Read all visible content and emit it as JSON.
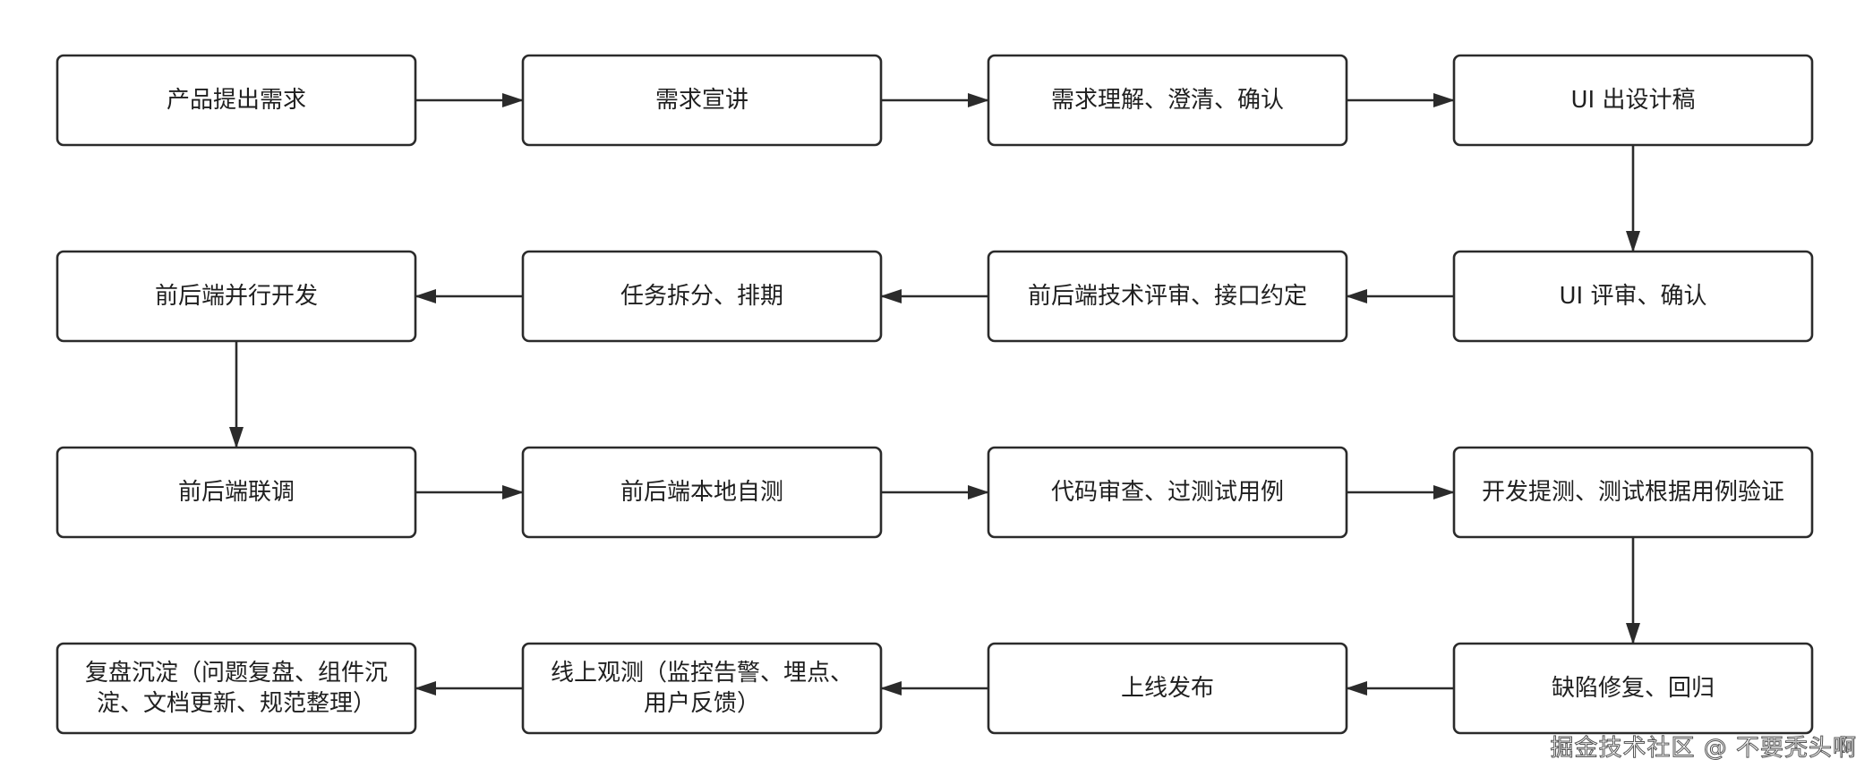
{
  "steps": [
    {
      "id": "s1",
      "lines": [
        "产品提出需求"
      ]
    },
    {
      "id": "s2",
      "lines": [
        "需求宣讲"
      ]
    },
    {
      "id": "s3",
      "lines": [
        "需求理解、澄清、确认"
      ]
    },
    {
      "id": "s4",
      "lines": [
        "UI 出设计稿"
      ]
    },
    {
      "id": "s5",
      "lines": [
        "UI 评审、确认"
      ]
    },
    {
      "id": "s6",
      "lines": [
        "前后端技术评审、接口约定"
      ]
    },
    {
      "id": "s7",
      "lines": [
        "任务拆分、排期"
      ]
    },
    {
      "id": "s8",
      "lines": [
        "前后端并行开发"
      ]
    },
    {
      "id": "s9",
      "lines": [
        "前后端联调"
      ]
    },
    {
      "id": "s10",
      "lines": [
        "前后端本地自测"
      ]
    },
    {
      "id": "s11",
      "lines": [
        "代码审查、过测试用例"
      ]
    },
    {
      "id": "s12",
      "lines": [
        "开发提测、测试根据用例验证"
      ]
    },
    {
      "id": "s13",
      "lines": [
        "缺陷修复、回归"
      ]
    },
    {
      "id": "s14",
      "lines": [
        "上线发布"
      ]
    },
    {
      "id": "s15",
      "lines": [
        "线上观测（监控告警、埋点、",
        "用户反馈）"
      ]
    },
    {
      "id": "s16",
      "lines": [
        "复盘沉淀（问题复盘、组件沉",
        "淀、文档更新、规范整理）"
      ]
    }
  ],
  "edges": [
    [
      "s1",
      "s2"
    ],
    [
      "s2",
      "s3"
    ],
    [
      "s3",
      "s4"
    ],
    [
      "s4",
      "s5"
    ],
    [
      "s5",
      "s6"
    ],
    [
      "s6",
      "s7"
    ],
    [
      "s7",
      "s8"
    ],
    [
      "s8",
      "s9"
    ],
    [
      "s9",
      "s10"
    ],
    [
      "s10",
      "s11"
    ],
    [
      "s11",
      "s12"
    ],
    [
      "s12",
      "s13"
    ],
    [
      "s13",
      "s14"
    ],
    [
      "s14",
      "s15"
    ],
    [
      "s15",
      "s16"
    ]
  ],
  "watermark": "掘金技术社区 @ 不要秃头啊",
  "colors": {
    "stroke": "#2b2b2b",
    "text": "#1f1f1f",
    "background": "#ffffff"
  }
}
